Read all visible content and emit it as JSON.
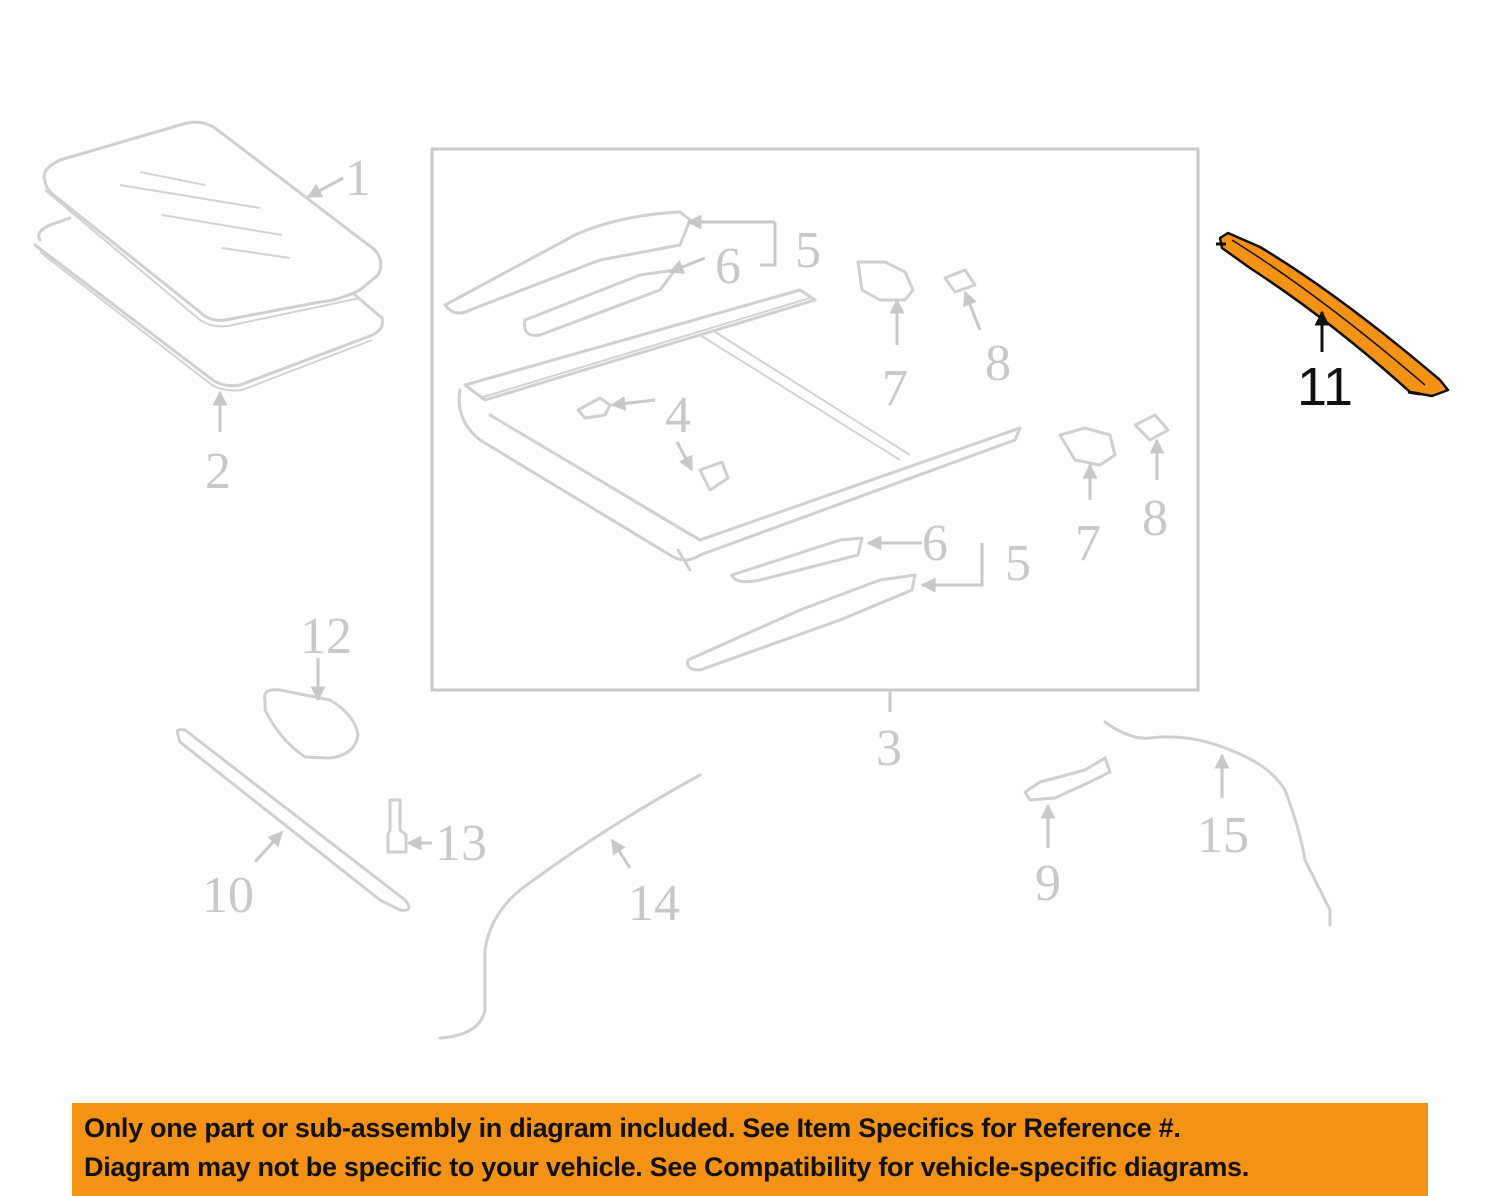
{
  "diagram": {
    "type": "exploded-parts-diagram",
    "subject": "sunroof / moonroof assembly",
    "highlight_color": "#f39214",
    "highlighted_part": "11",
    "callouts": [
      {
        "id": "1",
        "label": "1"
      },
      {
        "id": "2",
        "label": "2"
      },
      {
        "id": "3",
        "label": "3"
      },
      {
        "id": "4",
        "label": "4"
      },
      {
        "id": "5a",
        "label": "5"
      },
      {
        "id": "6a",
        "label": "6"
      },
      {
        "id": "7a",
        "label": "7"
      },
      {
        "id": "8a",
        "label": "8"
      },
      {
        "id": "7b",
        "label": "7"
      },
      {
        "id": "8b",
        "label": "8"
      },
      {
        "id": "6b",
        "label": "6"
      },
      {
        "id": "5b",
        "label": "5"
      },
      {
        "id": "9",
        "label": "9"
      },
      {
        "id": "10",
        "label": "10"
      },
      {
        "id": "11",
        "label": "11"
      },
      {
        "id": "12",
        "label": "12"
      },
      {
        "id": "13",
        "label": "13"
      },
      {
        "id": "14",
        "label": "14"
      },
      {
        "id": "15",
        "label": "15"
      }
    ]
  },
  "banner": {
    "line1": "Only one part or sub-assembly in diagram included. See Item Specifics for Reference #.",
    "line2": "Diagram may not be specific to your vehicle. See Compatibility for vehicle-specific diagrams."
  }
}
